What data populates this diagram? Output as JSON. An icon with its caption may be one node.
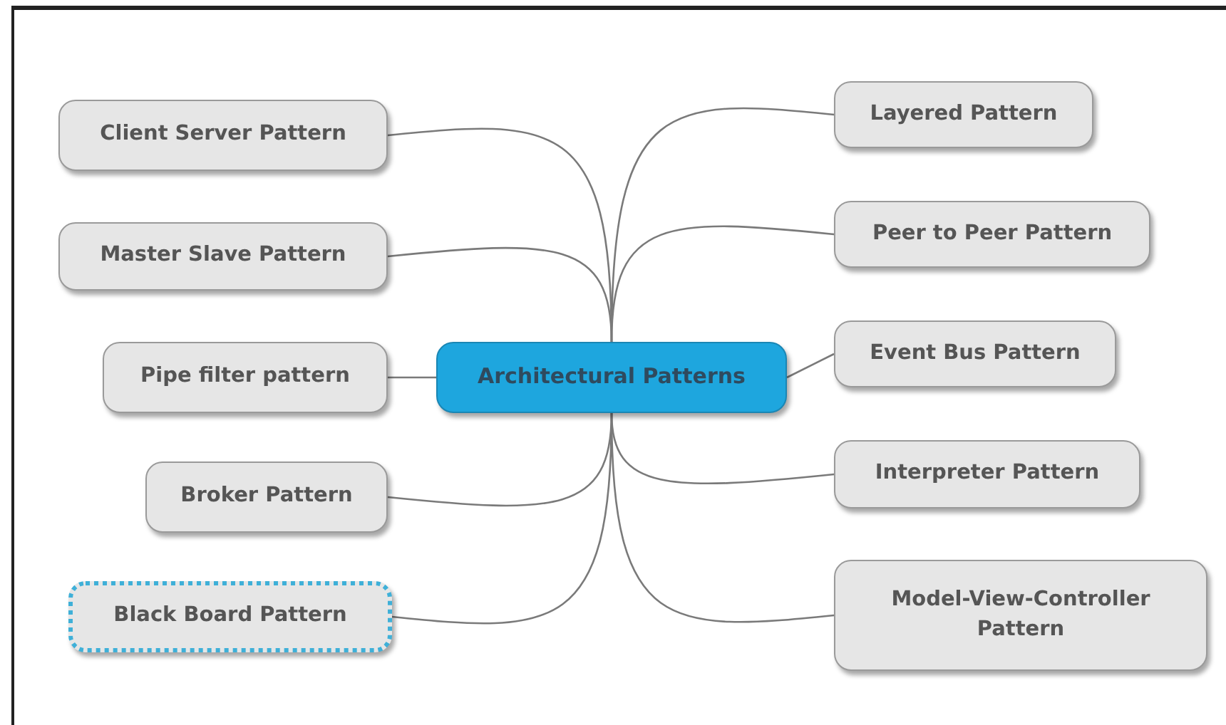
{
  "diagram": {
    "nodes": [
      {
        "text": [
          "Architectural Patterns"
        ]
      },
      {
        "text": [
          "Client Server Pattern"
        ]
      },
      {
        "text": [
          "Master Slave Pattern"
        ]
      },
      {
        "text": [
          "Pipe filter pattern"
        ]
      },
      {
        "text": [
          "Broker Pattern"
        ]
      },
      {
        "text": [
          "Black Board Pattern"
        ]
      },
      {
        "text": [
          "Layered Pattern"
        ]
      },
      {
        "text": [
          "Peer to Peer Pattern"
        ]
      },
      {
        "text": [
          "Event Bus Pattern"
        ]
      },
      {
        "text": [
          "Interpreter Pattern"
        ]
      },
      {
        "text": [
          "Model-View-Controller Pattern"
        ]
      }
    ],
    "edges": [
      {
        "from": 0,
        "to": 1,
        "arrow": "none"
      },
      {
        "from": 0,
        "to": 2,
        "arrow": "none"
      },
      {
        "from": 0,
        "to": 3,
        "arrow": "none"
      },
      {
        "from": 0,
        "to": 4,
        "arrow": "none"
      },
      {
        "from": 0,
        "to": 5,
        "arrow": "none"
      },
      {
        "from": 0,
        "to": 6,
        "arrow": "none"
      },
      {
        "from": 0,
        "to": 7,
        "arrow": "none"
      },
      {
        "from": 0,
        "to": 8,
        "arrow": "none"
      },
      {
        "from": 0,
        "to": 9,
        "arrow": "none"
      },
      {
        "from": 0,
        "to": 10,
        "arrow": "none"
      }
    ]
  }
}
